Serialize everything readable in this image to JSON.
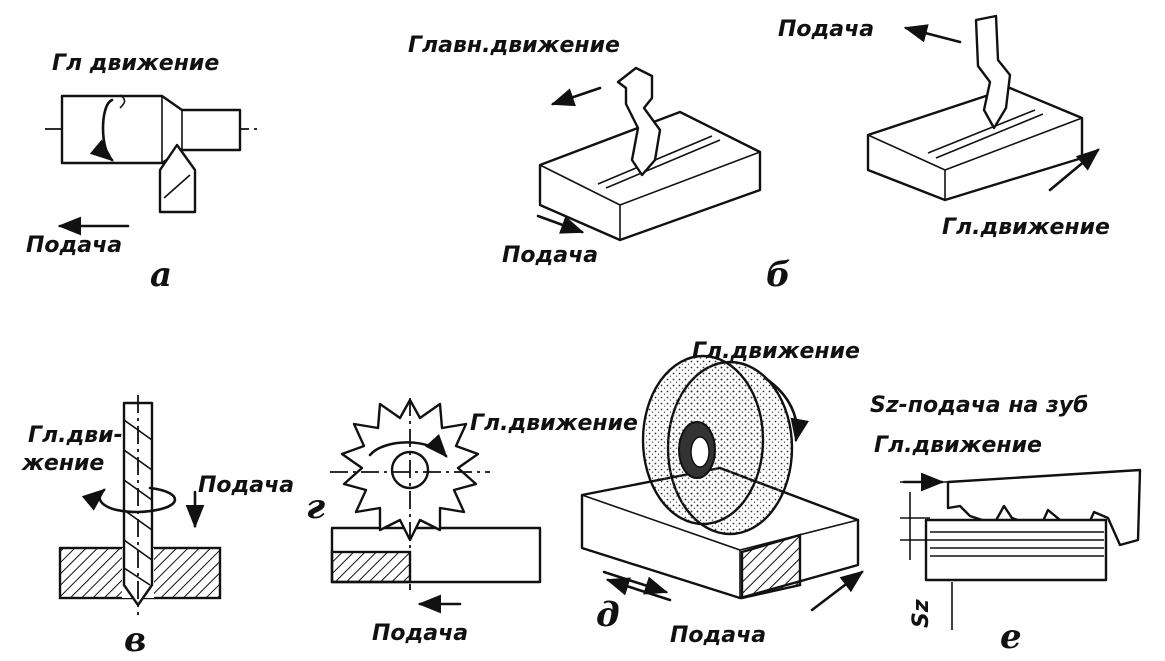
{
  "labels": {
    "a_main": "Гл движение",
    "a_feed": "Подача",
    "b_main_left": "Главн.движение",
    "b_feed_left": "Подача",
    "b_feed_right": "Подача",
    "b_main_right": "Гл.движение",
    "v_main_1": "Гл.дви-",
    "v_main_2": "жение",
    "v_feed": "Подача",
    "g_main": "Гл.движение",
    "g_feed": "Подача",
    "d_main": "Гл.движение",
    "d_feed": "Подача",
    "e_sz_caption": "Sz-подача на зуб",
    "e_main": "Гл.движение",
    "e_sz": "Sz"
  },
  "tags": {
    "a": "а",
    "b": "б",
    "v": "в",
    "g": "г",
    "d": "д",
    "e": "е"
  }
}
